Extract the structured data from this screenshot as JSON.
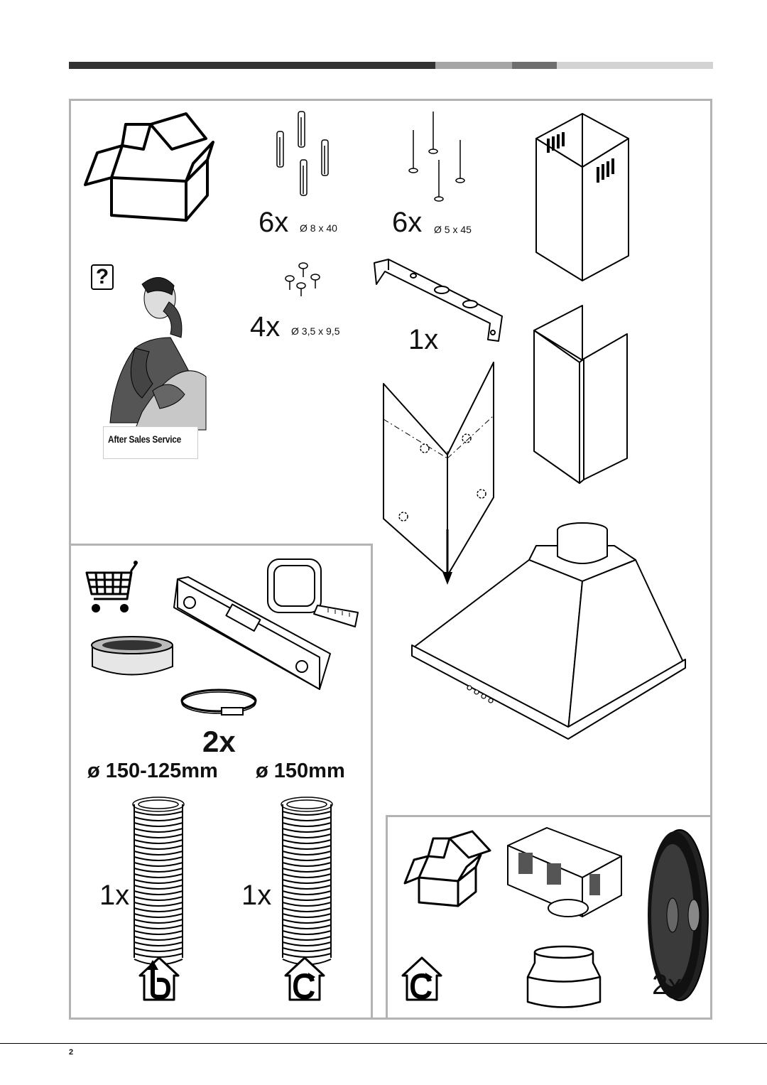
{
  "header": {
    "bar_colors": [
      "#333333",
      "#9a9a9a",
      "#666666",
      "#d0d0d0"
    ]
  },
  "supplied_parts": {
    "wall_plugs": {
      "qty": "6x",
      "size": "Ø 8 x 40"
    },
    "screws_large": {
      "qty": "6x",
      "size": "Ø 5 x 45"
    },
    "screws_small": {
      "qty": "4x",
      "size": "Ø 3,5 x 9,5"
    },
    "bracket": {
      "qty": "1x"
    }
  },
  "after_sales": {
    "badge": "?",
    "label": "After Sales Service"
  },
  "tools_panel": {
    "clamp_qty": "2x",
    "diameter_left": "ø 150-125mm",
    "diameter_right": "ø 150mm",
    "hose_left_qty": "1x",
    "hose_right_qty": "1x"
  },
  "filter_panel": {
    "filter_qty": "2x"
  },
  "footer": {
    "page_number": "2"
  }
}
